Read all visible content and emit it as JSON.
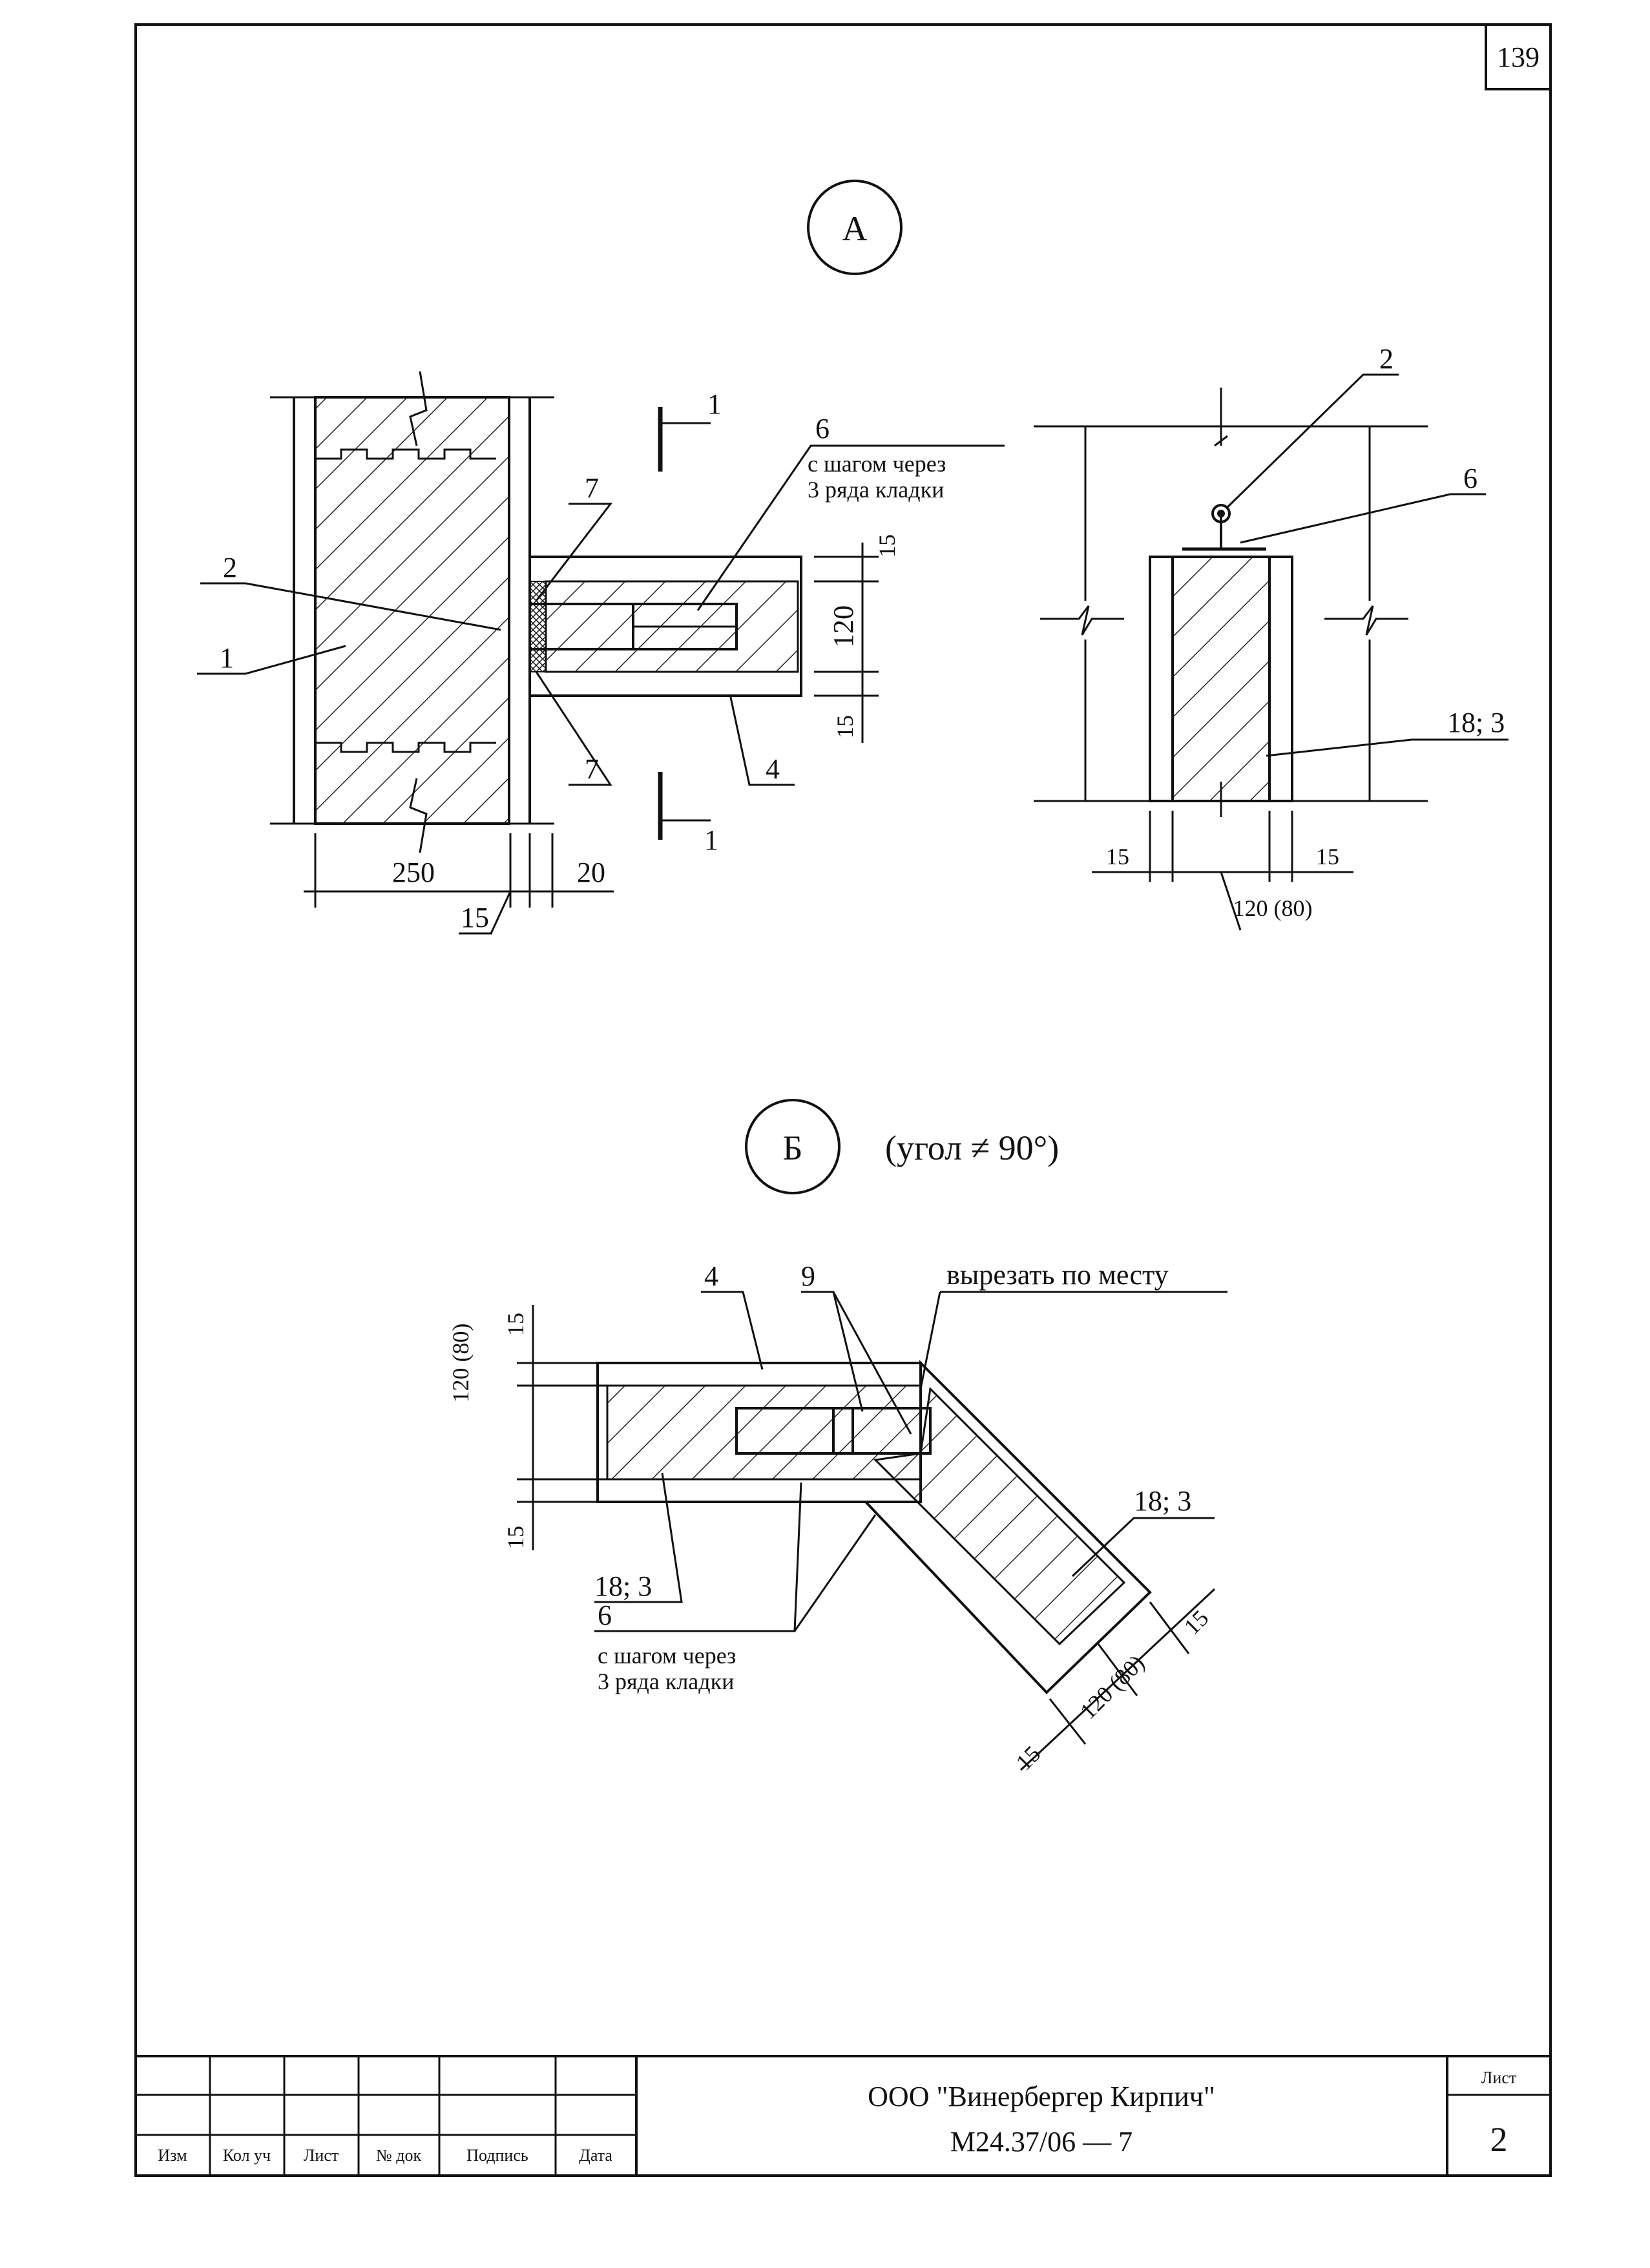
{
  "sheet_number_top": "139",
  "view_a": {
    "marker": "А",
    "section_label": "1",
    "callouts": {
      "c1": "1",
      "c2": "2",
      "c4": "4",
      "c6": "6",
      "c6_note_line1": "с шагом через",
      "c6_note_line2": "3 ряда кладки",
      "c7": "7",
      "c18": "18; 3"
    },
    "dims": {
      "d250": "250",
      "d15": "15",
      "d20": "20",
      "d120": "120",
      "d120_80": "120 (80)"
    }
  },
  "view_b": {
    "marker": "Б",
    "angle_note": "(угол ≠ 90°)",
    "callouts": {
      "c4": "4",
      "c9": "9",
      "cut": "вырезать по месту",
      "c18": "18; 3",
      "c6": "6",
      "c6_note_line1": "с шагом через",
      "c6_note_line2": "3 ряда кладки"
    },
    "dims": {
      "d15": "15",
      "d120_80": "120 (80)"
    }
  },
  "title_block": {
    "columns": [
      "Изм",
      "Кол уч",
      "Лист",
      "№ док",
      "Подпись",
      "Дата"
    ],
    "company": "ООО \"Винербергер Кирпич\"",
    "code": "М24.37/06 — 7",
    "sheet_label": "Лист",
    "sheet_value": "2"
  }
}
